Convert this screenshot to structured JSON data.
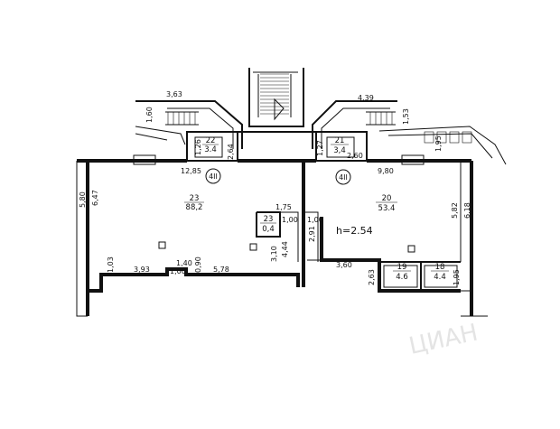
{
  "rooms": [
    {
      "number": "22",
      "area": "3.4"
    },
    {
      "number": "23",
      "area": "88,2"
    },
    {
      "number": "23",
      "area": "0,4"
    },
    {
      "number": "21",
      "area": "3,4"
    },
    {
      "number": "20",
      "area": "53.4"
    },
    {
      "number": "19",
      "area": "4.6"
    },
    {
      "number": "18",
      "area": "4.4"
    }
  ],
  "ceiling_height": "h=2.54",
  "axis_marks": [
    "4II",
    "4II"
  ],
  "dimensions": [
    "3,63",
    "1,60",
    "4,39",
    "1,53",
    "1,26",
    "2,64",
    "1,27",
    "2,60",
    "12,85",
    "9,80",
    "5,80",
    "6,47",
    "1,75",
    "1,00",
    "1,00",
    "4,44",
    "2,91",
    "5,82",
    "6,18",
    "1,95",
    "1,03",
    "3,93",
    "1,40",
    "0,90",
    "1,00",
    "5,78",
    "3,10",
    "3,60",
    "2,63",
    "1,95"
  ],
  "watermark": "ЦИАН"
}
